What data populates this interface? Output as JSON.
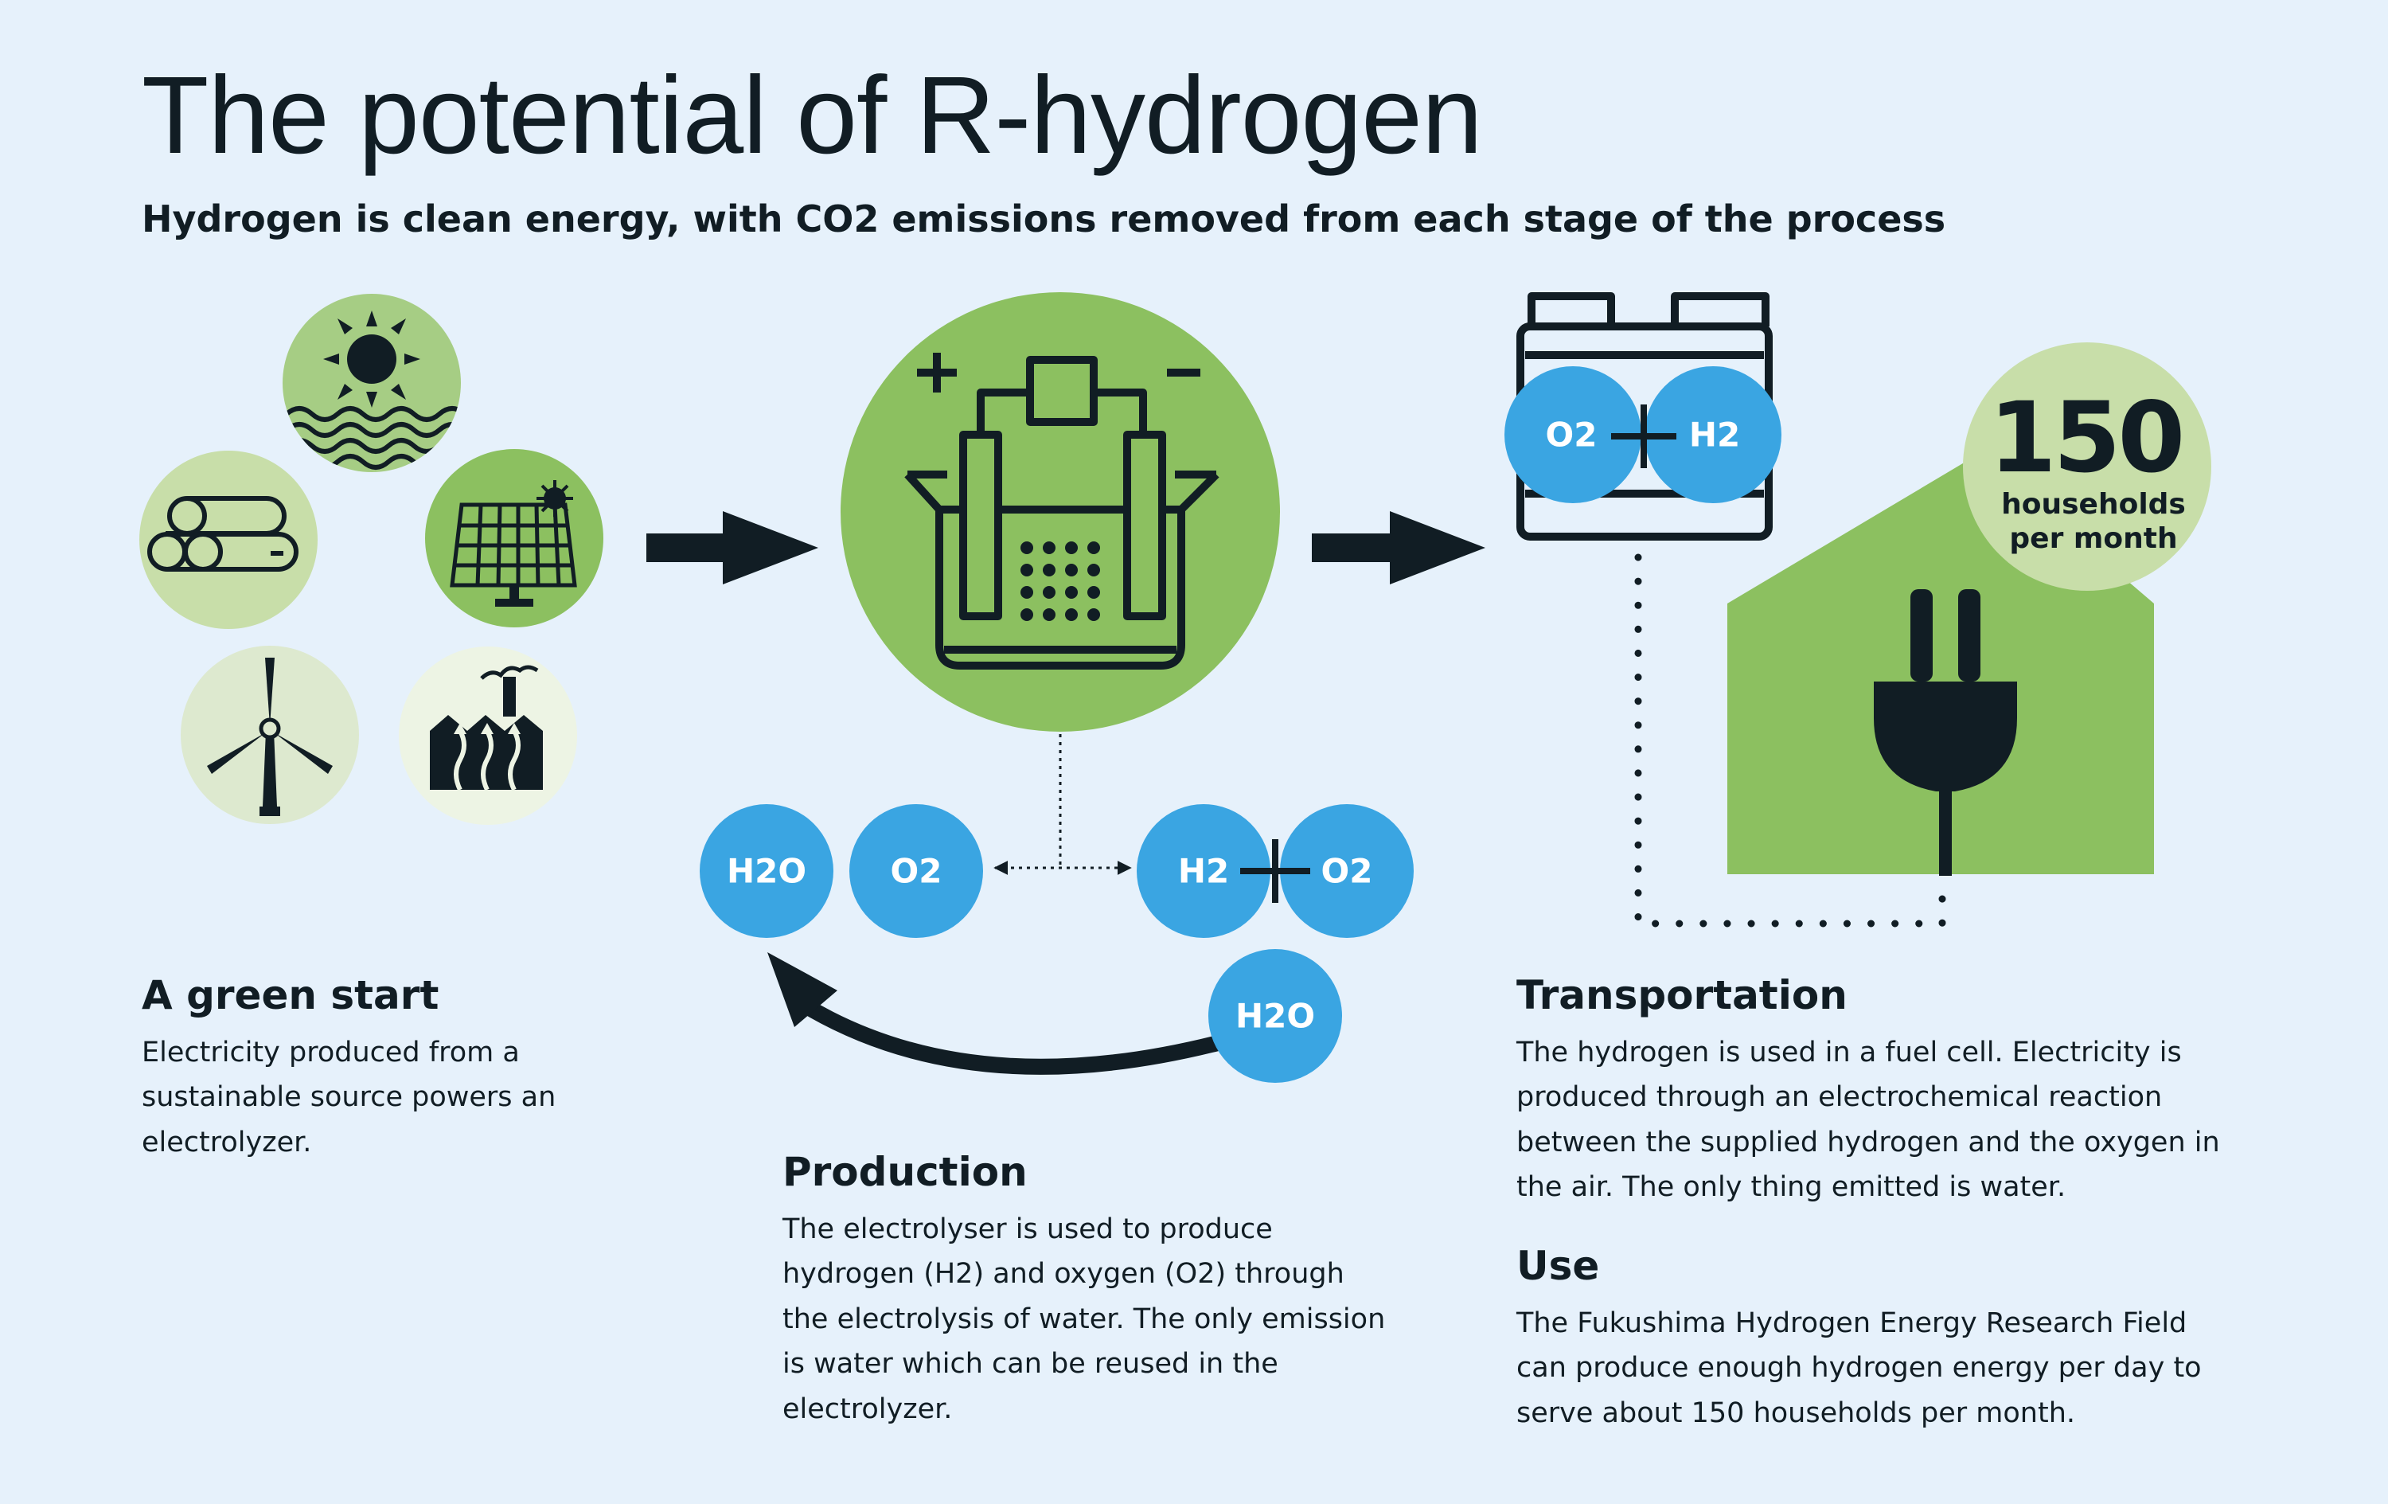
{
  "header": {
    "title": "The potential of R-hydrogen",
    "subtitle": "Hydrogen is clean energy, with CO2 emissions removed from each stage of the process"
  },
  "colors": {
    "background": "#e6f1fb",
    "dark": "#111d24",
    "green": "#8cc060",
    "light_green": "#c8dea9",
    "pale_green": "#dde9cf",
    "blue": "#3aa5e2"
  },
  "icons": [
    "sun-water-icon",
    "logs-icon",
    "solar-panel-icon",
    "wind-turbine-icon",
    "geothermal-plant-icon",
    "electrolyzer-icon",
    "fuel-cell-battery-icon",
    "house-icon",
    "plug-icon"
  ],
  "molecules": {
    "production_left_1": "H2O",
    "production_left_2": "O2",
    "production_right_1": "H2",
    "production_right_2": "O2",
    "recycled": "H2O",
    "fuel_cell_1": "O2",
    "fuel_cell_2": "H2"
  },
  "stat": {
    "value": "150",
    "line1": "households",
    "line2": "per month"
  },
  "sections": {
    "green_start": {
      "heading": "A green start",
      "body": "Electricity produced from a sustainable source powers an electrolyzer."
    },
    "production": {
      "heading": "Production",
      "body": "The electrolyser is used to produce hydrogen (H2) and oxygen (O2) through the electrolysis of water. The only emission is water which can be reused in the electrolyzer."
    },
    "transportation": {
      "heading": "Transportation",
      "body": "The hydrogen is used in a fuel cell. Electricity is produced through an electrochemical reaction between the supplied hydrogen and the oxygen in the air. The only thing emitted is water."
    },
    "use": {
      "heading": "Use",
      "body": "The Fukushima Hydrogen Energy Research Field can produce enough hydrogen energy per day to serve about 150 households per month."
    }
  }
}
